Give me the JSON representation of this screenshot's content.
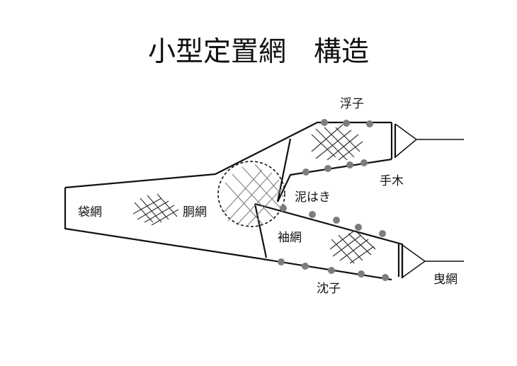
{
  "title": "小型定置網　構造",
  "labels": {
    "fukuroami": "袋網",
    "dooami": "胴網",
    "uki": "浮子",
    "teki": "手木",
    "dorohaki": "泥はき",
    "sodeami": "袖網",
    "chinshi": "沈子",
    "eiami": "曳網"
  },
  "colors": {
    "line": "#111111",
    "float": "#7d7d7d"
  }
}
